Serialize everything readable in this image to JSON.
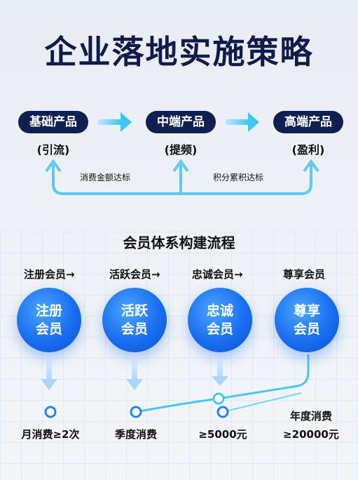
{
  "title": "企业落地实施策略",
  "products": [
    {
      "name": "基础产品",
      "sub": "(引流)"
    },
    {
      "name": "中端产品",
      "sub": "(提频)"
    },
    {
      "name": "高端产品",
      "sub": "(盈利)"
    }
  ],
  "loop_notes": [
    "消费金额达标",
    "积分累积达标"
  ],
  "section_title": "会员体系构建流程",
  "levels": [
    {
      "label": "注册会员→",
      "line1": "注册",
      "line2": "会员",
      "cond": "月消费≥2次"
    },
    {
      "label": "活跃会员→",
      "line1": "活跃",
      "line2": "会员",
      "cond": "季度消费"
    },
    {
      "label": "忠诚会员→",
      "line1": "忠诚",
      "line2": "会员",
      "cond": "≥5000元"
    },
    {
      "label": "尊享会员",
      "line1": "尊享",
      "line2": "会员",
      "cond_line1": "年度消费",
      "cond_line2": "≥20000元"
    }
  ],
  "colors": {
    "navy": "#0f1f4f",
    "accent": "#1a6ef0",
    "cyan": "#3cc6f0"
  }
}
